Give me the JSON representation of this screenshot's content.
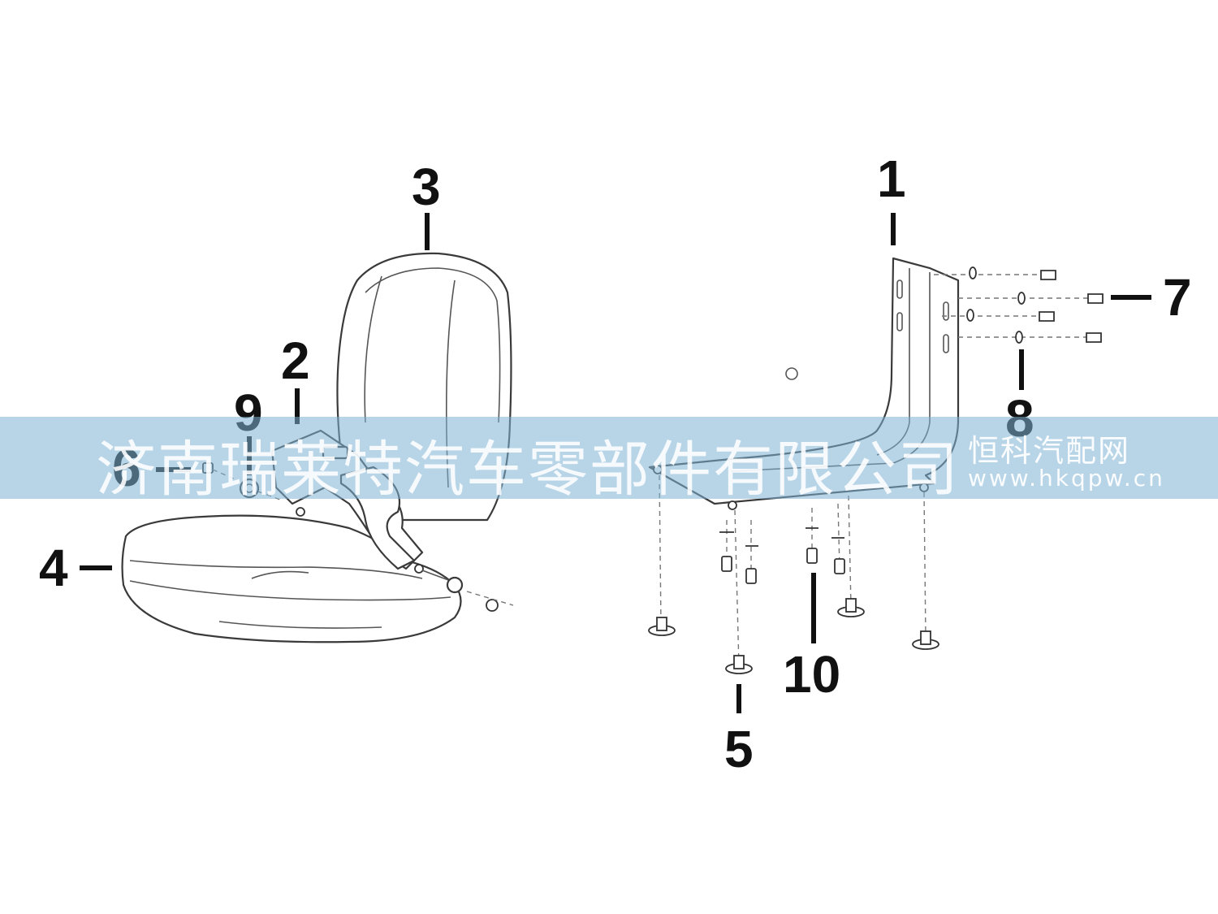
{
  "diagram": {
    "colors": {
      "background": "#ffffff",
      "line": "#3a3a3a",
      "callout": "#111111",
      "watermark_band": "#7eb2d6"
    },
    "callouts": {
      "c1": "1",
      "c2": "2",
      "c3": "3",
      "c4": "4",
      "c5": "5",
      "c6": "6",
      "c7": "7",
      "c8": "8",
      "c9": "9",
      "c10": "10"
    }
  },
  "watermark": {
    "company": "济南瑞莱特汽车零部件有限公司",
    "site_name": "恒科汽配网",
    "url": "www.hkqpw.cn"
  }
}
